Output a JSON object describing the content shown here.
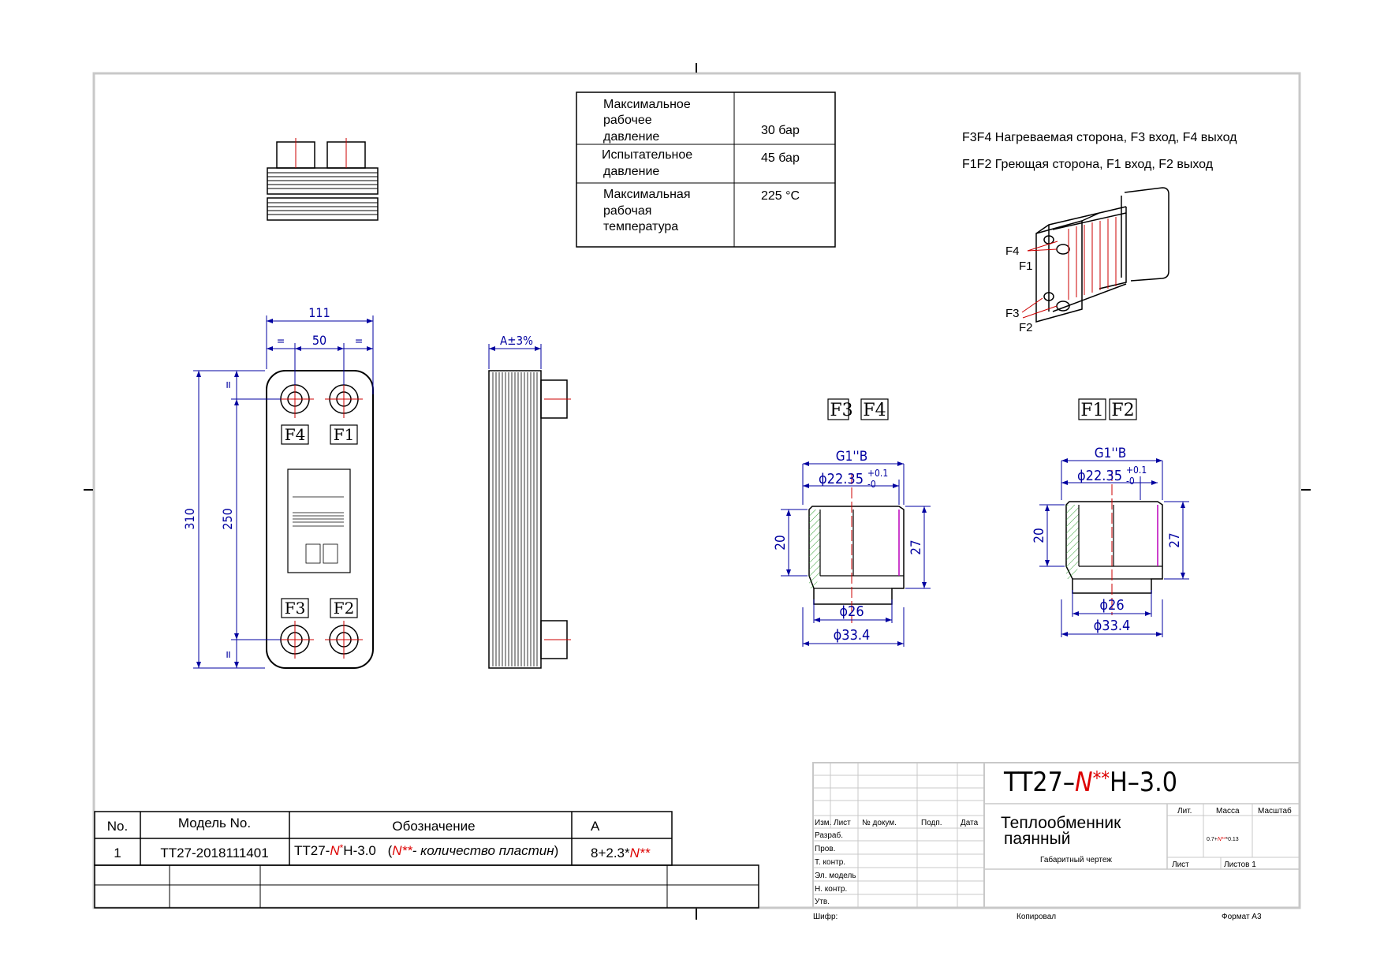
{
  "spec_table": {
    "rows": [
      {
        "label_lines": [
          "Максимальное",
          "рабочее",
          "давление"
        ],
        "value": "30 бар"
      },
      {
        "label_lines": [
          "Испытательное",
          "давление"
        ],
        "value": "45 бар"
      },
      {
        "label_lines": [
          "Максимальная",
          "рабочая",
          "температура"
        ],
        "value": "225 °C"
      }
    ]
  },
  "legend": {
    "line1": "F3F4 Нагреваемая сторона, F3 вход, F4 выход",
    "line2": "F1F2 Греющая сторона, F1 вход, F2 выход"
  },
  "iso_labels": {
    "f4": "F4",
    "f1": "F1",
    "f3": "F3",
    "f2": "F2"
  },
  "front_view": {
    "dims": {
      "width": "111",
      "spacing": "50",
      "eq": "=",
      "height": "310",
      "port_spacing": "250"
    },
    "ports": {
      "f4": "F4",
      "f1": "F1",
      "f3": "F3",
      "f2": "F2"
    }
  },
  "side_view": {
    "dim_a": "A±3%"
  },
  "connection_left": {
    "tags": [
      "F3",
      "F4"
    ],
    "thread": "G1''B",
    "bore_dim": "ϕ22.35",
    "tol_plus": "+0.1",
    "tol_minus": "-0",
    "d_inner": "ϕ26",
    "d_outer": "ϕ33.4",
    "h_left": "20",
    "h_right": "27"
  },
  "connection_right": {
    "tags": [
      "F1",
      "F2"
    ],
    "thread": "G1''B",
    "bore_dim": "ϕ22.35",
    "tol_plus": "+0.1",
    "tol_minus": "-0",
    "d_inner": "ϕ26",
    "d_outer": "ϕ33.4",
    "h_left": "20",
    "h_right": "27"
  },
  "parts_table": {
    "headers": [
      "No.",
      "Модель No.",
      "Обозначение",
      "A"
    ],
    "row": {
      "no": "1",
      "model": "TT27-2018111401",
      "designation_prefix": "TT27-",
      "designation_n": "N",
      "designation_star": "*",
      "designation_suffix": "H-3.0",
      "note_n": "N**",
      "note_text": "- количество пластин",
      "a_prefix": "8+2.3*",
      "a_n": "N**"
    }
  },
  "title_block": {
    "designation_prefix": "TT27–",
    "designation_n": "N",
    "designation_stars": "**",
    "designation_suffix": "H–3.0",
    "name_line1": "Теплообменник",
    "name_line2": "паянный",
    "doc_type": "Габаритный чертеж",
    "col_labels": [
      "Изм.",
      "Лист",
      "№ докум.",
      "Подп.",
      "Дата"
    ],
    "row_labels": [
      "Разраб.",
      "Пров.",
      "Т. контр.",
      "Эл. модель",
      "Н. контр.",
      "Утв."
    ],
    "lit": "Лит.",
    "mass": "Масса",
    "scale": "Масштаб",
    "mass_prefix": "0.7+",
    "mass_n": "N**",
    "mass_suffix": "*0.13",
    "sheet": "Лист",
    "sheets": "Листов 1",
    "cipher": "Шифр:",
    "copied": "Копировал",
    "format": "Формат A3"
  }
}
